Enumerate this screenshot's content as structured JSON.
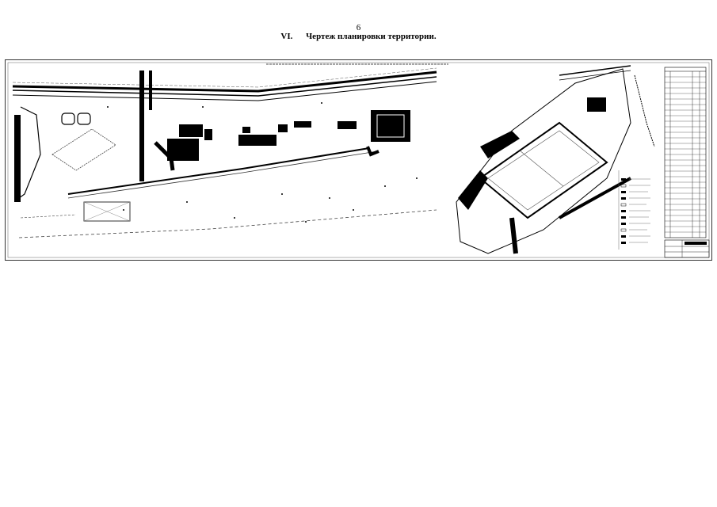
{
  "page": {
    "number": "6",
    "section_numeral": "VI.",
    "section_title": "Чертеж планировки территории."
  },
  "drawing": {
    "caption_note": "",
    "legend_title": "",
    "table_title": ""
  },
  "colors": {
    "ink": "#000000",
    "paper": "#ffffff",
    "frame": "#333333"
  }
}
